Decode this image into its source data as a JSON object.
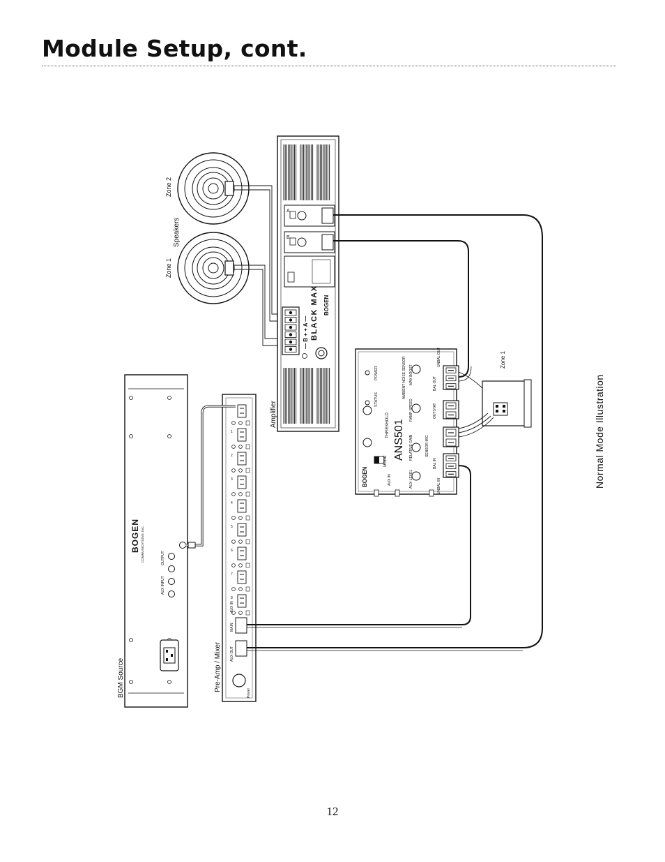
{
  "page": {
    "title": "Module Setup, cont.",
    "page_number": "12",
    "side_caption": "Normal Mode Illustration"
  },
  "labels": {
    "speakers": "Speakers",
    "zone1": "Zone 1",
    "zone2": "Zone 2",
    "amplifier": "Amplifier",
    "bgm_source": "BGM Source",
    "preamp_mixer": "Pre-Amp / Mixer",
    "sensor_zone": "Zone 1"
  },
  "amplifier": {
    "brand": "BOGEN",
    "model": "BLACK MAX",
    "channel_a": "A",
    "channel_b": "B",
    "terminals": "— B +   + A —"
  },
  "ans501": {
    "brand": "BOGEN",
    "model": "ANS501",
    "subtitle": "AMBIENT NOISE SENSOR",
    "power": "POWER",
    "status": "STATUS",
    "threshold": "THRESHOLD",
    "mode": "MODE",
    "relative_gain": "RELATIVE GAIN",
    "aux_level": "AUX LEVEL",
    "ramp_speed": "RAMP SPEED",
    "max_boost": "MAX BOOST",
    "sensor_mic": "SENSOR MIC",
    "bal_out": "BAL OUT",
    "unbal_out": "UNBAL OUT",
    "outstat": "OUTSTAT",
    "bal_in": "BAL IN",
    "unbal_in": "UNBAL IN",
    "aux_in": "AUX IN"
  },
  "preamp": {
    "channels": [
      "1",
      "2",
      "3",
      "4",
      "5",
      "6",
      "7",
      "8"
    ],
    "aux_in": "AUX IN",
    "main": "MAIN",
    "aux_out": "AUX OUT",
    "power": "Power"
  },
  "bgm": {
    "brand": "BOGEN",
    "sub": "COMMUNICATIONS, INC.",
    "output": "OUTPUT",
    "aux_input": "AUX INPUT"
  },
  "colors": {
    "ink": "#111111",
    "face": "#ffffff",
    "grille": "#222222"
  }
}
